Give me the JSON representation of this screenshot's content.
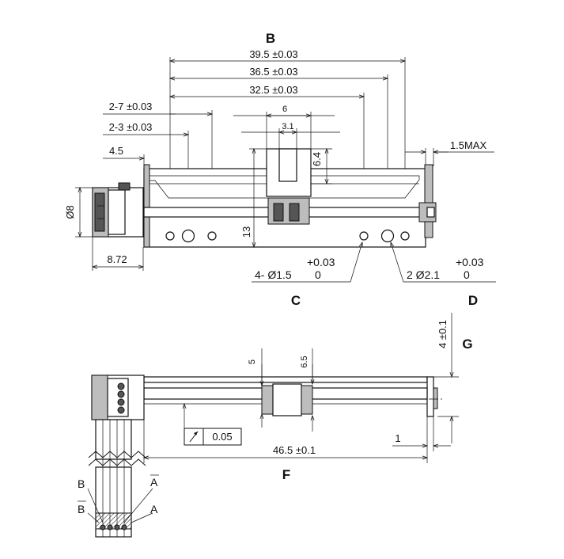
{
  "views": {
    "label_b": "B",
    "label_c": "C",
    "label_d": "D",
    "label_f": "F",
    "label_g": "G"
  },
  "dimensions": {
    "d_39_5": "39.5 ±0.03",
    "d_36_5": "36.5 ±0.03",
    "d_32_5": "32.5 ±0.03",
    "d_6": "6",
    "d_3_1": "3.1",
    "d_2_7": "2-7 ±0.03",
    "d_2_3": "2-3 ±0.03",
    "d_4_5": "4.5",
    "d_1_5max": "1.5MAX",
    "d_6_4": "6.4",
    "d_13": "13",
    "d_dia8": "Ø8",
    "d_8_72": "8.72",
    "d_5": "5",
    "d_6_5": "6.5",
    "d_4_01": "4 ±0.1",
    "d_46_5": "46.5 ±0.1",
    "d_1": "1",
    "runout": "0.05"
  },
  "holes": {
    "c_callout": "4- Ø1.5",
    "c_tol_upper": "+0.03",
    "c_tol_lower": "0",
    "d_callout": "2 Ø2.1",
    "d_tol_upper": "+0.03",
    "d_tol_lower": "0"
  },
  "wires": {
    "b": "B",
    "b_bar": "B",
    "a_bar": "A",
    "a": "A"
  }
}
